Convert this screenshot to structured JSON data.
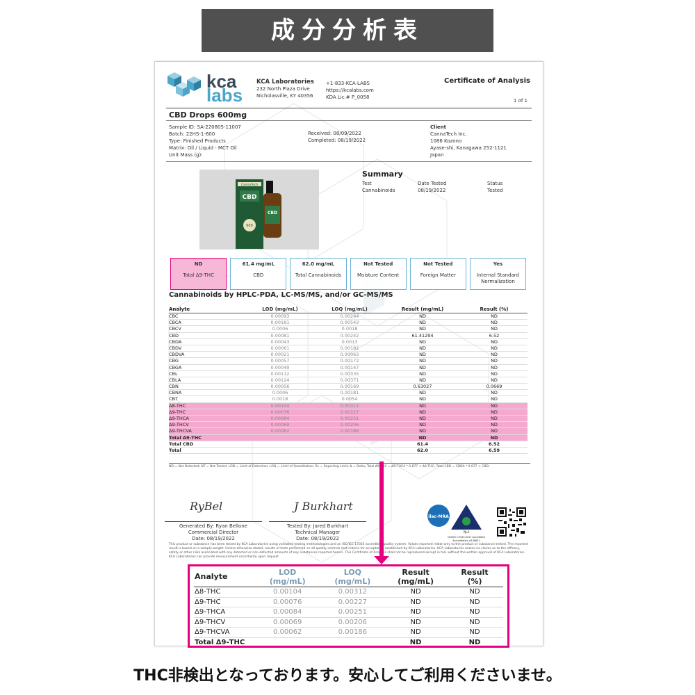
{
  "banner": "成分分析表",
  "document": {
    "logo": {
      "line1": "kca",
      "line2": "labs"
    },
    "lab": {
      "name": "KCA Laboratories",
      "address1": "232 North Plaza Drive",
      "address2": "Nicholasville, KY 40356"
    },
    "contact": {
      "phone": "+1-833-KCA-LABS",
      "web": "https://kcalabs.com",
      "license": "KDA Lic.# P_0058"
    },
    "title": "Certificate of Analysis",
    "page": "1 of 1",
    "product": "CBD Drops 600mg",
    "meta": [
      "Sample ID: SA-220805-11007",
      "Batch: 22HS-1-600",
      "Type: Finished Products",
      "Matrix: Oil / Liquid - MCT Oil",
      "Unit Mass (g):"
    ],
    "dates": [
      "Received: 08/09/2022",
      "Completed: 08/19/2022"
    ],
    "client": {
      "header": "Client",
      "lines": [
        "CannaTech Inc.",
        "1086 Kozono",
        "Ayase-shi, Kanagawa 252-1121",
        "Japan"
      ]
    },
    "product_image": {
      "brand": "CannaTech",
      "label": "CBD",
      "sub": "600"
    },
    "summary": {
      "title": "Summary",
      "headers": [
        "Test",
        "Date Tested",
        "Status"
      ],
      "row": [
        "Cannabinoids",
        "08/19/2022",
        "Tested"
      ]
    },
    "thc_label": "THC非検出",
    "boxes": [
      {
        "value": "ND",
        "label": "Total Δ9-THC"
      },
      {
        "value": "61.4 mg/mL",
        "label": "CBD"
      },
      {
        "value": "62.0 mg/mL",
        "label": "Total Cannabinoids"
      },
      {
        "value": "Not Tested",
        "label": "Moisture Content"
      },
      {
        "value": "Not Tested",
        "label": "Foreign Matter"
      },
      {
        "value": "Yes",
        "label": "Internal Standard Normalization"
      }
    ],
    "section_title": "Cannabinoids by HPLC-PDA, LC-MS/MS, and/or GC-MS/MS",
    "results_headers": [
      "Analyte",
      "LOD (mg/mL)",
      "LOQ (mg/mL)",
      "Result (mg/mL)",
      "Result (%)"
    ],
    "results": [
      [
        "CBC",
        "0.00093",
        "0.00284",
        "ND",
        "ND"
      ],
      [
        "CBCA",
        "0.00181",
        "0.00543",
        "ND",
        "ND"
      ],
      [
        "CBCV",
        "0.0006",
        "0.0018",
        "ND",
        "ND"
      ],
      [
        "CBD",
        "0.00081",
        "0.00242",
        "61.41294",
        "6.52"
      ],
      [
        "CBDA",
        "0.00043",
        "0.0013",
        "ND",
        "ND"
      ],
      [
        "CBDV",
        "0.00061",
        "0.00182",
        "ND",
        "ND"
      ],
      [
        "CBDVA",
        "0.00021",
        "0.00063",
        "ND",
        "ND"
      ],
      [
        "CBG",
        "0.00057",
        "0.00172",
        "ND",
        "ND"
      ],
      [
        "CBGA",
        "0.00049",
        "0.00147",
        "ND",
        "ND"
      ],
      [
        "CBL",
        "0.00112",
        "0.00335",
        "ND",
        "ND"
      ],
      [
        "CBLA",
        "0.00124",
        "0.00371",
        "ND",
        "ND"
      ],
      [
        "CBN",
        "0.00056",
        "0.00169",
        "0.63027",
        "0.0669"
      ],
      [
        "CBNA",
        "0.0006",
        "0.00181",
        "ND",
        "ND"
      ],
      [
        "CBT",
        "0.0018",
        "0.0054",
        "ND",
        "ND"
      ],
      [
        "Δ8-THC",
        "0.00104",
        "0.00312",
        "ND",
        "ND"
      ],
      [
        "Δ9-THC",
        "0.00076",
        "0.00227",
        "ND",
        "ND"
      ],
      [
        "Δ9-THCA",
        "0.00084",
        "0.00251",
        "ND",
        "ND"
      ],
      [
        "Δ9-THCV",
        "0.00069",
        "0.00206",
        "ND",
        "ND"
      ],
      [
        "Δ9-THCVA",
        "0.00062",
        "0.00186",
        "ND",
        "ND"
      ],
      [
        "Total Δ9-THC",
        "",
        "",
        "ND",
        "ND"
      ],
      [
        "Total CBD",
        "",
        "",
        "61.4",
        "6.52"
      ],
      [
        "Total",
        "",
        "",
        "62.0",
        "6.59"
      ]
    ],
    "footnote": "ND = Not Detected; NT = Not Tested; LOD = Limit of Detection; LOQ = Limit of Quantitation; RL = Reporting Limit; Δ = Delta; Total Δ9-THC = Δ9-THCA * 0.877 + Δ9-THC; Total CBD = CBDA * 0.877 + CBD;",
    "signatures": [
      {
        "script": "RyBel",
        "by": "Generated By: Ryan Bellone",
        "role": "Commercial Director",
        "date": "Date: 08/19/2022"
      },
      {
        "script": "J Burkhart",
        "by": "Tested By: Jared Burkhart",
        "role": "Technical Manager",
        "date": "Date: 08/19/2022"
      }
    ],
    "seals": {
      "ilac": "ilac-MRA",
      "pjla": "PJLA",
      "accreditation": "ISO/IEC 17025:2017 Accredited",
      "accreditation_no": "Accreditation #108651"
    },
    "fine_print": "This product or substance has been tested by KCA Laboratories using validated testing methodologies and an ISO/IEC 17025 accredited quality system. Values reported relate only to the product or substance tested. The reported result is based on a sample weight. Unless otherwise stated, results of tests performed on all quality controls met criteria for acceptance established by KCA Laboratories. KCA Laboratories makes no claims as to the efficacy, safety or other risks associated with any detected or non-detected amounts of any substances reported herein. This Certificate of Analysis shall not be reproduced except in full, without the written approval of KCA Laboratories. KCA Laboratories can provide measurement uncertainty upon request."
  },
  "zoom": {
    "headers": [
      [
        "Analyte"
      ],
      [
        "LOD",
        "(mg/mL)"
      ],
      [
        "LOQ",
        "(mg/mL)"
      ],
      [
        "Result",
        "(mg/mL)"
      ],
      [
        "Result",
        "(%)"
      ]
    ],
    "rows": [
      [
        "Δ8-THC",
        "0.00104",
        "0.00312",
        "ND",
        "ND"
      ],
      [
        "Δ9-THC",
        "0.00076",
        "0.00227",
        "ND",
        "ND"
      ],
      [
        "Δ9-THCA",
        "0.00084",
        "0.00251",
        "ND",
        "ND"
      ],
      [
        "Δ9-THCV",
        "0.00069",
        "0.00206",
        "ND",
        "ND"
      ],
      [
        "Δ9-THCVA",
        "0.00062",
        "0.00186",
        "ND",
        "ND"
      ],
      [
        "Total Δ9-THC",
        "",
        "",
        "ND",
        "ND"
      ]
    ]
  },
  "caption": "THC非検出となっております。安心してご利用くださいませ。",
  "colors": {
    "accent": "#e4007f",
    "highlight": "#f5a9cf",
    "box_border": "#6ab4d8",
    "banner_bg": "#505050"
  }
}
